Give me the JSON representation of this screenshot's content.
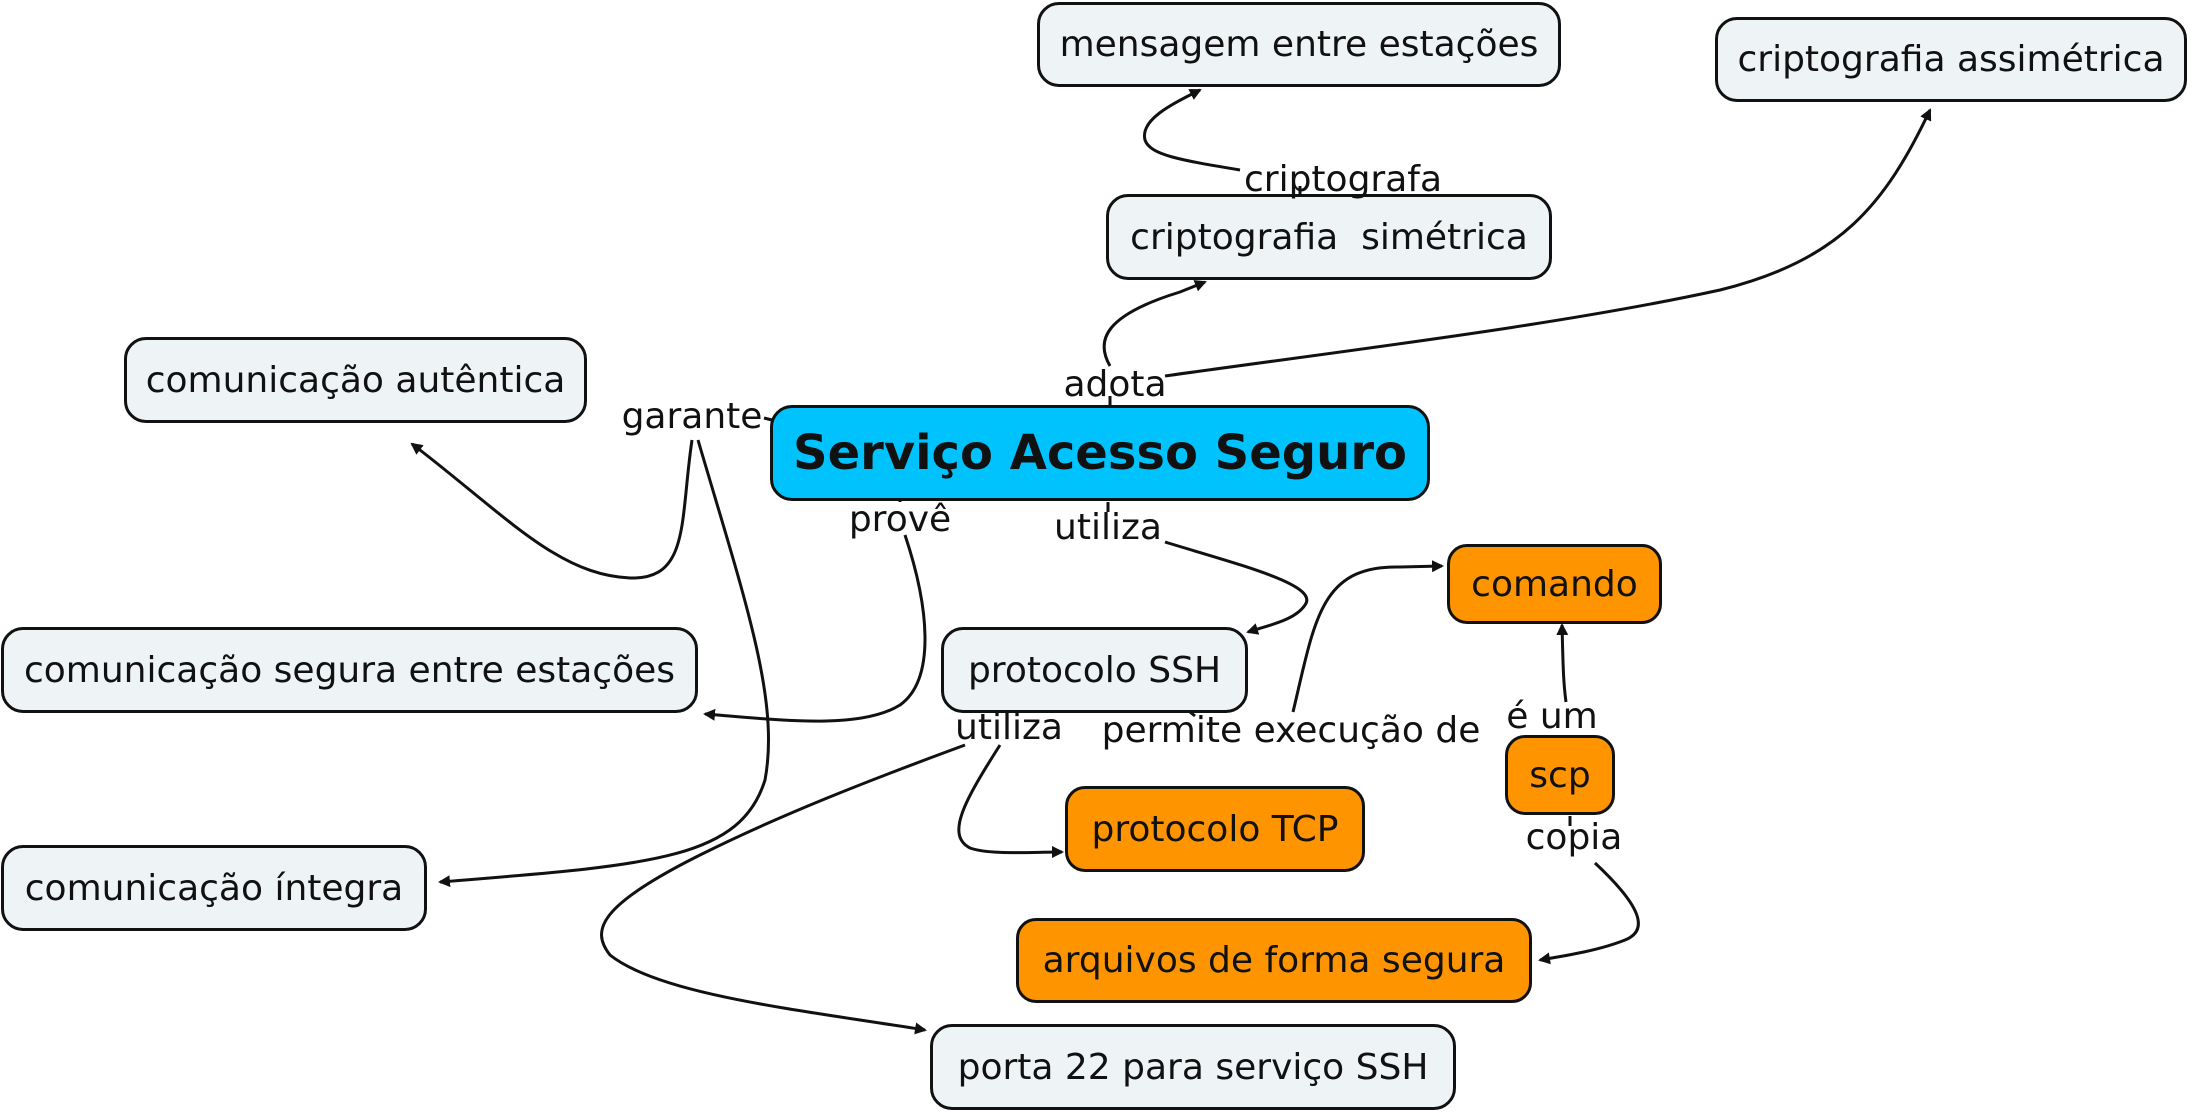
{
  "colors": {
    "concept": "#eef3f5",
    "main": "#00c3fd",
    "orange": "#fd9400",
    "line": "#111111"
  },
  "nodes": {
    "main": "Serviço Acesso Seguro",
    "msg": "mensagem entre estações",
    "asym": "criptografia assimétrica",
    "sym": "criptografia  simétrica",
    "autentica": "comunicação autêntica",
    "segura": "comunicação segura entre estações",
    "integra": "comunicação íntegra",
    "ssh": "protocolo SSH",
    "comando": "comando",
    "scp": "scp",
    "tcp": "protocolo TCP",
    "arquivos": "arquivos de forma segura",
    "porta": "porta 22 para serviço SSH"
  },
  "links": {
    "criptografa": "criptografa",
    "adota": "adota",
    "garante": "garante",
    "prove": "provê",
    "utiliza1": "utiliza",
    "utiliza2": "utiliza",
    "permite": "permite execução de",
    "e_um": "é um",
    "copia": "copia"
  }
}
